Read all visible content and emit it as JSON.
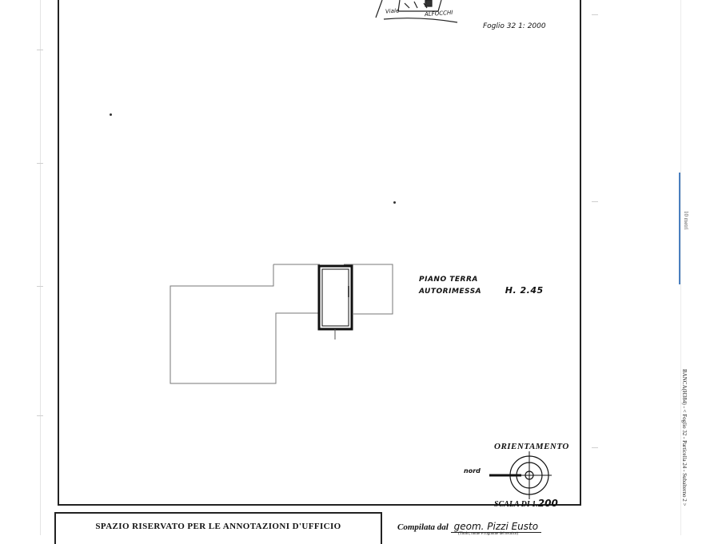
{
  "header": {
    "map_label_street": "Viale",
    "map_label_name": "ALFOCCHI",
    "foglio": "Foglio 32   1: 2000"
  },
  "floor": {
    "level": "PIANO TERRA",
    "use": "AUTORIMESSA",
    "height": "H. 2.45"
  },
  "orientation": {
    "title": "ORIENTAMENTO",
    "north_label": "nord",
    "scale_prefix": "SCALA DI 1.",
    "scale_value": "200"
  },
  "footer": {
    "office_title": "SPAZIO RISERVATO PER LE ANNOTAZIONI D'UFFICIO",
    "compiled_by_prefix": "Compilata dal",
    "compiled_by_name": "geom. Pizzi Eusto",
    "compiled_by_note": "(Titolo, nome e cognome del tecnico)"
  },
  "sidebar": {
    "meter_label": "10 metri",
    "reference": "BANCA(H384) - < Foglio 32 - Particella 24 - Subalterno 2 >"
  },
  "colors": {
    "ink": "#222222",
    "meter_blue": "#4a7fbf"
  }
}
